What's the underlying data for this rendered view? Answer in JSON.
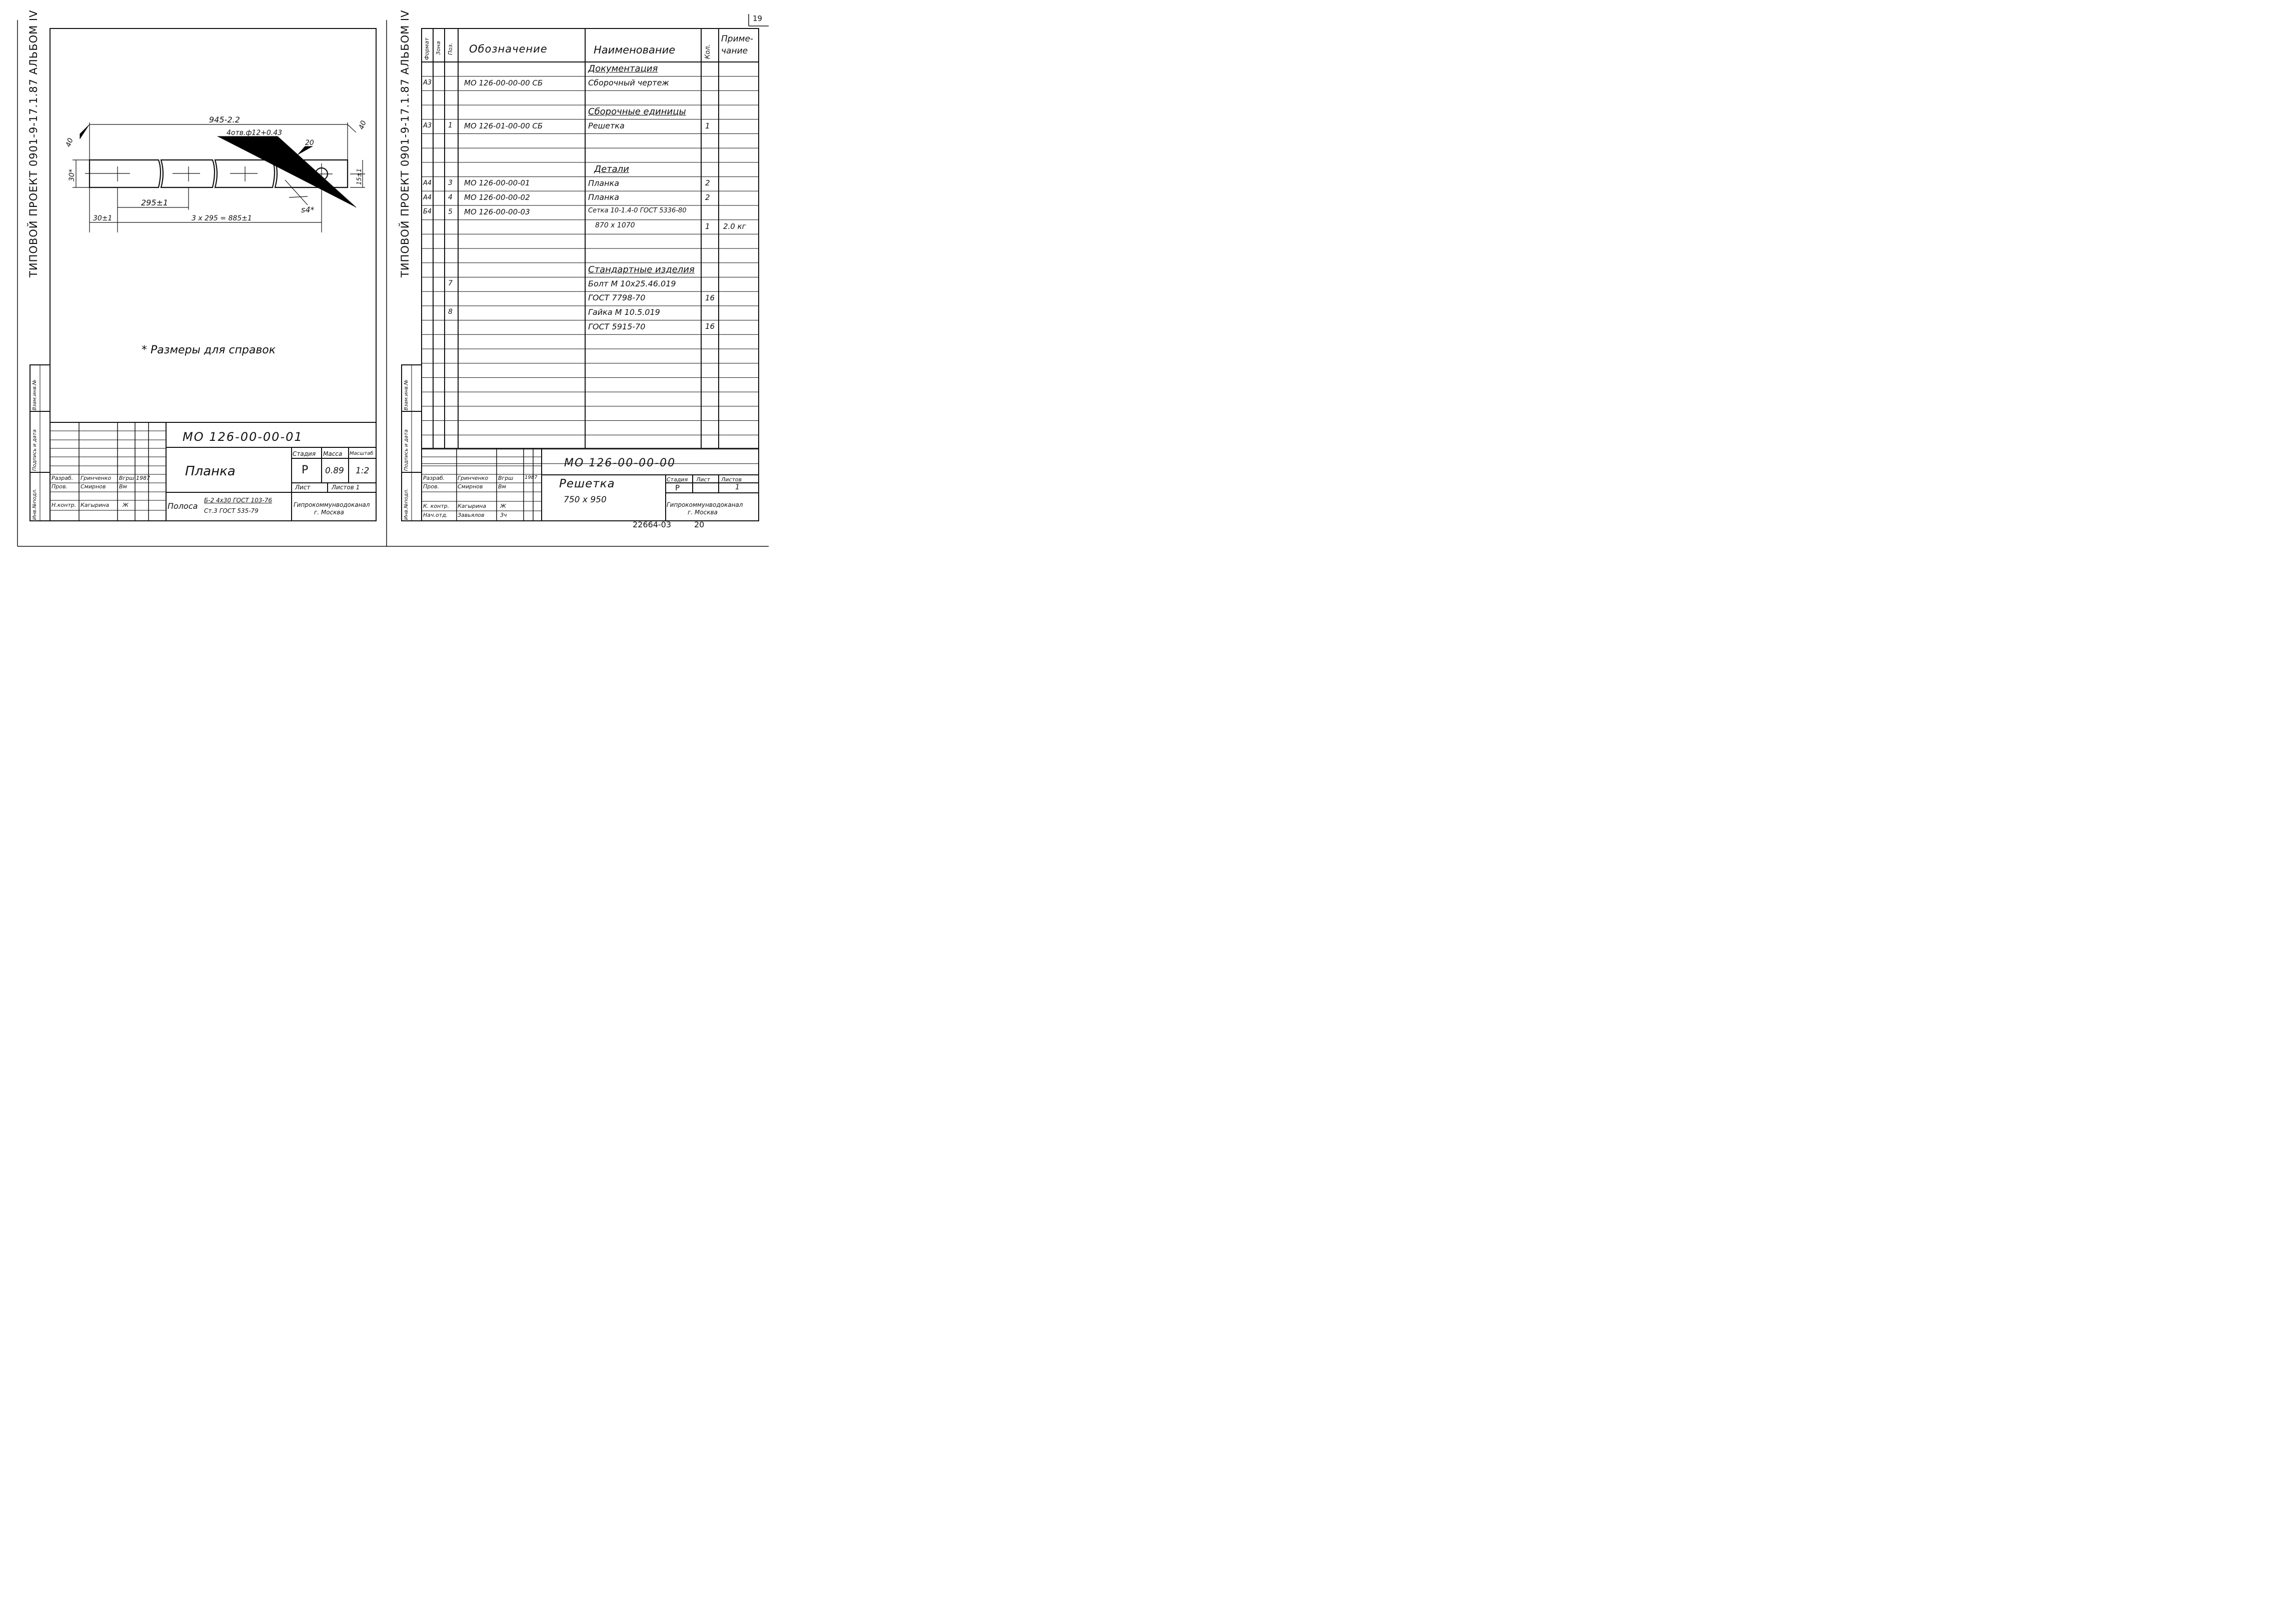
{
  "page_number": "19",
  "left_sheet": {
    "side_label": "ТИПОВОЙ ПРОЕКТ 0901-9-17.1.87  АЛЬБОМ IV",
    "margin_stamp": {
      "inv_podl": "Инв.№подл.",
      "podpis_data": "Подпись и дата",
      "vzam_inv": "Взам.инв.№"
    },
    "drawing": {
      "dim_overall": "945-2.2",
      "dim_holes": "4отв.ф12+0.43",
      "dim_20": "20",
      "dim_40_left": "40",
      "dim_40_right": "40",
      "dim_30_star": "30*",
      "dim_15": "15±1",
      "dim_295": "295±1",
      "dim_30_1": "30±1",
      "dim_885": "3 x 295 = 885±1",
      "dim_s4": "s4*"
    },
    "note": "* Размеры для справок",
    "title_block": {
      "designation": "МО 126-00-00-01",
      "name": "Планка",
      "stadia_label": "Стадия",
      "massa_label": "Масса",
      "masshtab_label": "Масштаб",
      "stadia": "Р",
      "massa": "0.89",
      "masshtab": "1:2",
      "list_label": "Лист",
      "listov_label": "Листов 1",
      "material_label": "Полоса",
      "material_top": "Б-2 4x30 ГОСТ 103-76",
      "material_bottom": "Ст.3 ГОСТ 535-79",
      "org_line1": "Гипрокоммунводоканал",
      "org_line2": "г. Москва",
      "staff": [
        {
          "role": "Разраб.",
          "name": "Гринченко",
          "sign": "Вгрш",
          "year": "1987"
        },
        {
          "role": "Пров.",
          "name": "Смирнов",
          "sign": "Вм",
          "year": ""
        },
        {
          "role": "Н.контр.",
          "name": "Кагырина",
          "sign": "Ж",
          "year": ""
        }
      ]
    }
  },
  "right_sheet": {
    "side_label": "ТИПОВОЙ ПРОЕКТ 0901-9-17.1.87  АЛЬБОМ IV",
    "margin_stamp": {
      "inv_podl": "Инв.№подл.",
      "podpis_data": "Подпись и дата",
      "vzam_inv": "Взам.инв.№"
    },
    "spec_headers": {
      "format": "Формат",
      "zona": "Зона",
      "poz": "Поз.",
      "oboznachenie": "Обозначение",
      "naimenovanie": "Наименование",
      "kol": "Кол.",
      "primechanie_1": "Приме-",
      "primechanie_2": "чание"
    },
    "rows": [
      {
        "format": "",
        "poz": "",
        "designation": "",
        "name": "Документация",
        "qty": "",
        "note": "",
        "section": true
      },
      {
        "format": "А3",
        "poz": "",
        "designation": "МО 126-00-00-00 СБ",
        "name": "Сборочный чертеж",
        "qty": "",
        "note": ""
      },
      {
        "format": "",
        "poz": "",
        "designation": "",
        "name": "",
        "qty": "",
        "note": ""
      },
      {
        "format": "",
        "poz": "",
        "designation": "",
        "name": "Сборочные единицы",
        "qty": "",
        "note": "",
        "section": true
      },
      {
        "format": "А3",
        "poz": "1",
        "designation": "МО 126-01-00-00 СБ",
        "name": "Решетка",
        "qty": "1",
        "note": ""
      },
      {
        "format": "",
        "poz": "",
        "designation": "",
        "name": "",
        "qty": "",
        "note": ""
      },
      {
        "format": "",
        "poz": "",
        "designation": "",
        "name": "",
        "qty": "",
        "note": ""
      },
      {
        "format": "",
        "poz": "",
        "designation": "",
        "name": "Детали",
        "qty": "",
        "note": "",
        "section": true
      },
      {
        "format": "А4",
        "poz": "3",
        "designation": "МО 126-00-00-01",
        "name": "Планка",
        "qty": "2",
        "note": ""
      },
      {
        "format": "А4",
        "poz": "4",
        "designation": "МО 126-00-00-02",
        "name": "Планка",
        "qty": "2",
        "note": ""
      },
      {
        "format": "Б4",
        "poz": "5",
        "designation": "МО 126-00-00-03",
        "name": "Сетка 10-1.4-0 ГОСТ 5336-80",
        "qty": "",
        "note": ""
      },
      {
        "format": "",
        "poz": "",
        "designation": "",
        "name": "870 x 1070",
        "qty": "1",
        "note": "2.0 кг"
      },
      {
        "format": "",
        "poz": "",
        "designation": "",
        "name": "",
        "qty": "",
        "note": ""
      },
      {
        "format": "",
        "poz": "",
        "designation": "",
        "name": "",
        "qty": "",
        "note": ""
      },
      {
        "format": "",
        "poz": "",
        "designation": "",
        "name": "Стандартные изделия",
        "qty": "",
        "note": "",
        "section": true
      },
      {
        "format": "",
        "poz": "7",
        "designation": "",
        "name": "Болт М 10x25.46.019",
        "qty": "",
        "note": ""
      },
      {
        "format": "",
        "poz": "",
        "designation": "",
        "name": "ГОСТ 7798-70",
        "qty": "16",
        "note": ""
      },
      {
        "format": "",
        "poz": "8",
        "designation": "",
        "name": "Гайка М 10.5.019",
        "qty": "",
        "note": ""
      },
      {
        "format": "",
        "poz": "",
        "designation": "",
        "name": "ГОСТ 5915-70",
        "qty": "16",
        "note": ""
      },
      {
        "format": "",
        "poz": "",
        "designation": "",
        "name": "",
        "qty": "",
        "note": ""
      },
      {
        "format": "",
        "poz": "",
        "designation": "",
        "name": "",
        "qty": "",
        "note": ""
      },
      {
        "format": "",
        "poz": "",
        "designation": "",
        "name": "",
        "qty": "",
        "note": ""
      },
      {
        "format": "",
        "poz": "",
        "designation": "",
        "name": "",
        "qty": "",
        "note": ""
      },
      {
        "format": "",
        "poz": "",
        "designation": "",
        "name": "",
        "qty": "",
        "note": ""
      },
      {
        "format": "",
        "poz": "",
        "designation": "",
        "name": "",
        "qty": "",
        "note": ""
      },
      {
        "format": "",
        "poz": "",
        "designation": "",
        "name": "",
        "qty": "",
        "note": ""
      },
      {
        "format": "",
        "poz": "",
        "designation": "",
        "name": "",
        "qty": "",
        "note": ""
      },
      {
        "format": "",
        "poz": "",
        "designation": "",
        "name": "",
        "qty": "",
        "note": ""
      }
    ],
    "title_block": {
      "designation": "МО 126-00-00-00",
      "name": "Решетка",
      "subname": "750 x 950",
      "stadia_label": "Стадия",
      "list_label": "Лист",
      "listov_label": "Листов",
      "stadia": "Р",
      "listov": "1",
      "org_line1": "Гипрокоммунводоканал",
      "org_line2": "г. Москва",
      "staff": [
        {
          "role": "Разраб.",
          "name": "Гринченко",
          "sign": "Вгрш",
          "year": "1987"
        },
        {
          "role": "Пров.",
          "name": "Смирнов",
          "sign": "Вм",
          "year": ""
        },
        {
          "role": "К. контр.",
          "name": "Кагырина",
          "sign": "Ж",
          "year": ""
        },
        {
          "role": "Нач.отд.",
          "name": "Завьялов",
          "sign": "Зч",
          "year": ""
        }
      ]
    },
    "footer": {
      "number": "22664-03",
      "sheet": "20"
    }
  }
}
